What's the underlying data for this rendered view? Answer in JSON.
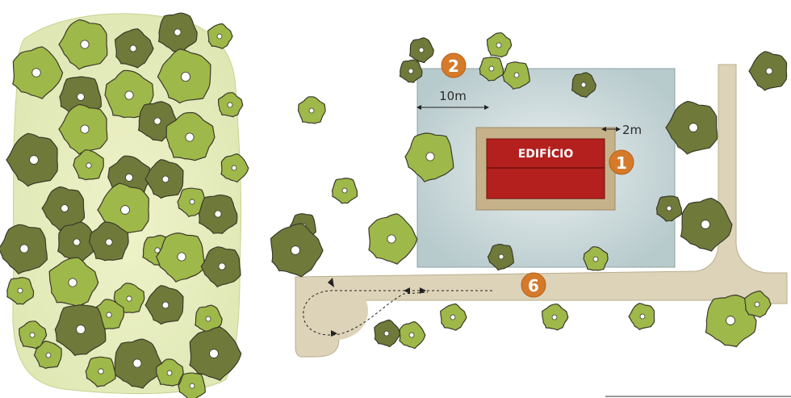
{
  "building": {
    "label": "EDIFÍCIO",
    "color": "#b3201e",
    "border_color": "#c6b28a"
  },
  "dimensions": {
    "setback": "10m",
    "border": "2m"
  },
  "markers": [
    {
      "number": "1",
      "color": "#d47a2a"
    },
    {
      "number": "2",
      "color": "#d47a2a"
    },
    {
      "number": "6",
      "color": "#d47a2a"
    }
  ],
  "colors": {
    "zone": "#b7cacc",
    "road": "#ddd3b8",
    "tree_dark": "#6f7a3a",
    "tree_light": "#9fb84a",
    "forest_patch": "#dfe7b4"
  }
}
